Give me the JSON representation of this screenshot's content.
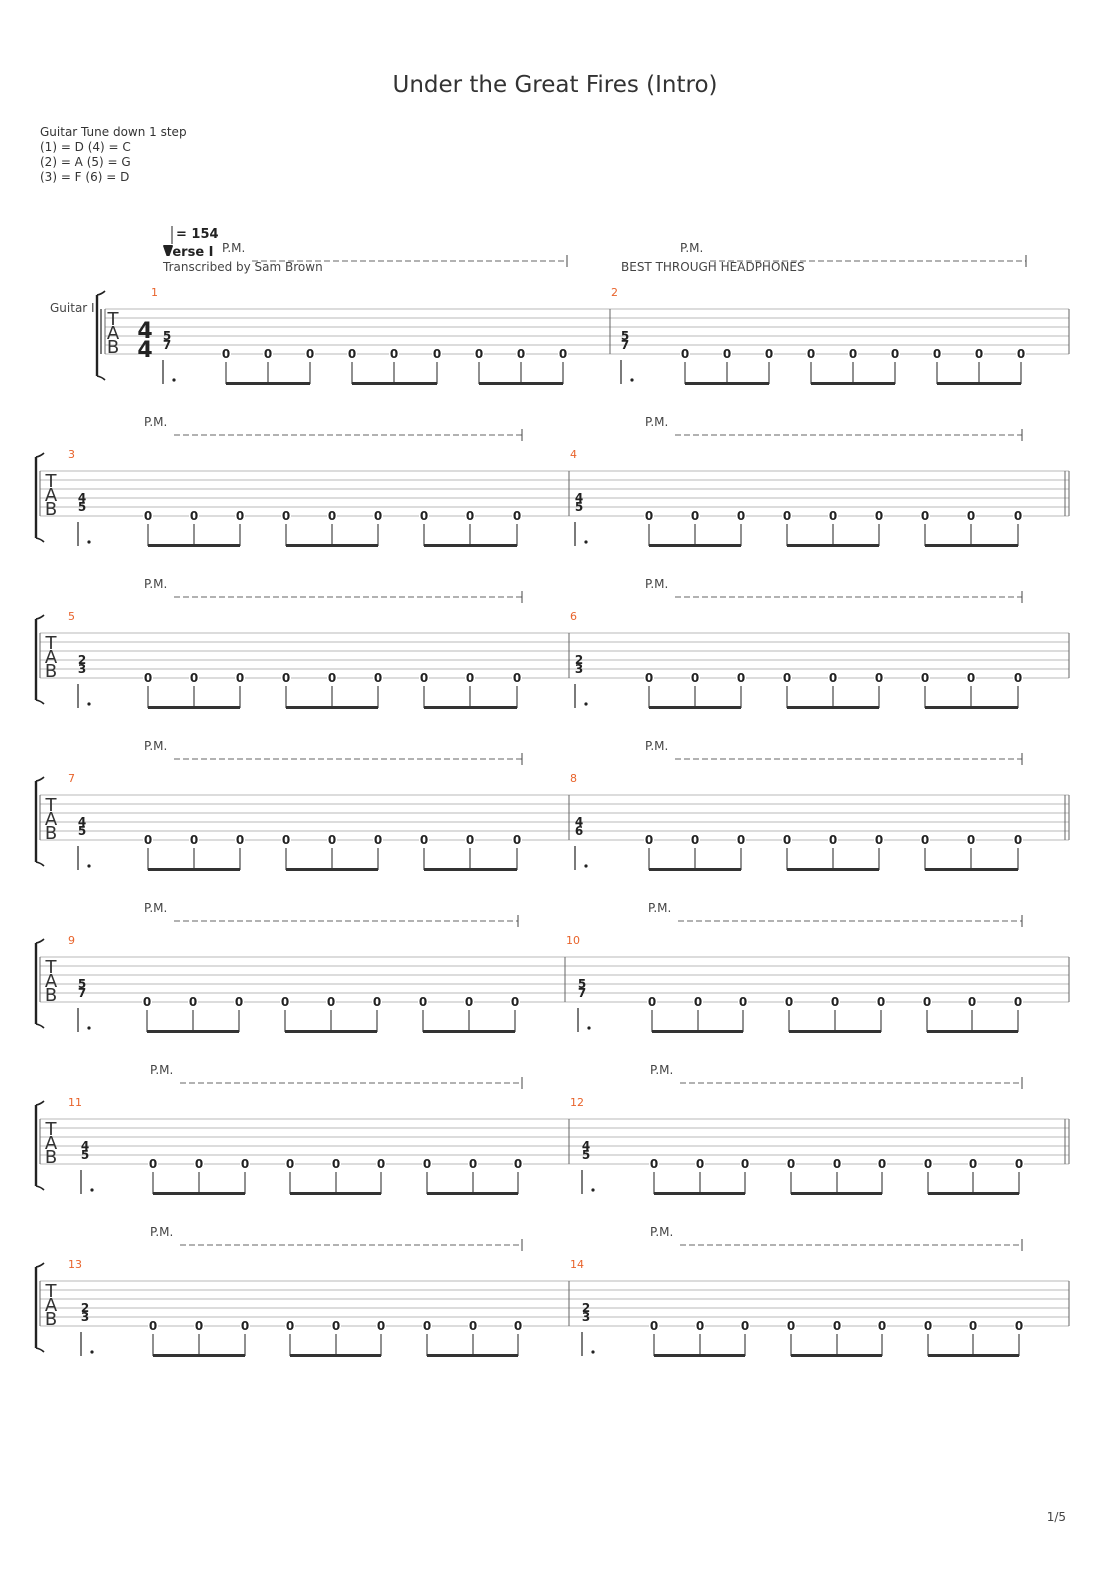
{
  "title": "Under the Great Fires (Intro)",
  "tuning": {
    "heading": "Guitar Tune down 1 step",
    "lines": [
      "(1) = D (4) = C",
      "(2) = A (5) = G",
      "(3) = F  (6) = D"
    ]
  },
  "tempo": "= 154",
  "section": "Verse I",
  "transcriber": "Transcribed by Sam Brown",
  "note_text": "BEST THROUGH HEADPHONES",
  "instrument": "Guitar I",
  "time_signature": [
    "4",
    "4"
  ],
  "tab_letters": [
    "T",
    "A",
    "B"
  ],
  "palm_mute": "P.M.",
  "open_fret": "0",
  "measures": [
    {
      "n": "1",
      "chord": [
        "5",
        "7"
      ]
    },
    {
      "n": "2",
      "chord": [
        "5",
        "7"
      ]
    },
    {
      "n": "3",
      "chord": [
        "4",
        "5"
      ]
    },
    {
      "n": "4",
      "chord": [
        "4",
        "5"
      ]
    },
    {
      "n": "5",
      "chord": [
        "2",
        "3"
      ]
    },
    {
      "n": "6",
      "chord": [
        "2",
        "3"
      ]
    },
    {
      "n": "7",
      "chord": [
        "4",
        "5"
      ]
    },
    {
      "n": "8",
      "chord": [
        "4",
        "6"
      ]
    },
    {
      "n": "9",
      "chord": [
        "5",
        "7"
      ]
    },
    {
      "n": "10",
      "chord": [
        "5",
        "7"
      ]
    },
    {
      "n": "11",
      "chord": [
        "4",
        "5"
      ]
    },
    {
      "n": "12",
      "chord": [
        "4",
        "5"
      ]
    },
    {
      "n": "13",
      "chord": [
        "2",
        "3"
      ]
    },
    {
      "n": "14",
      "chord": [
        "2",
        "3"
      ]
    }
  ],
  "page": "1/5",
  "colors": {
    "measure_number": "#e8632b",
    "staff_line": "#b8b8b8",
    "ink": "#222222"
  }
}
